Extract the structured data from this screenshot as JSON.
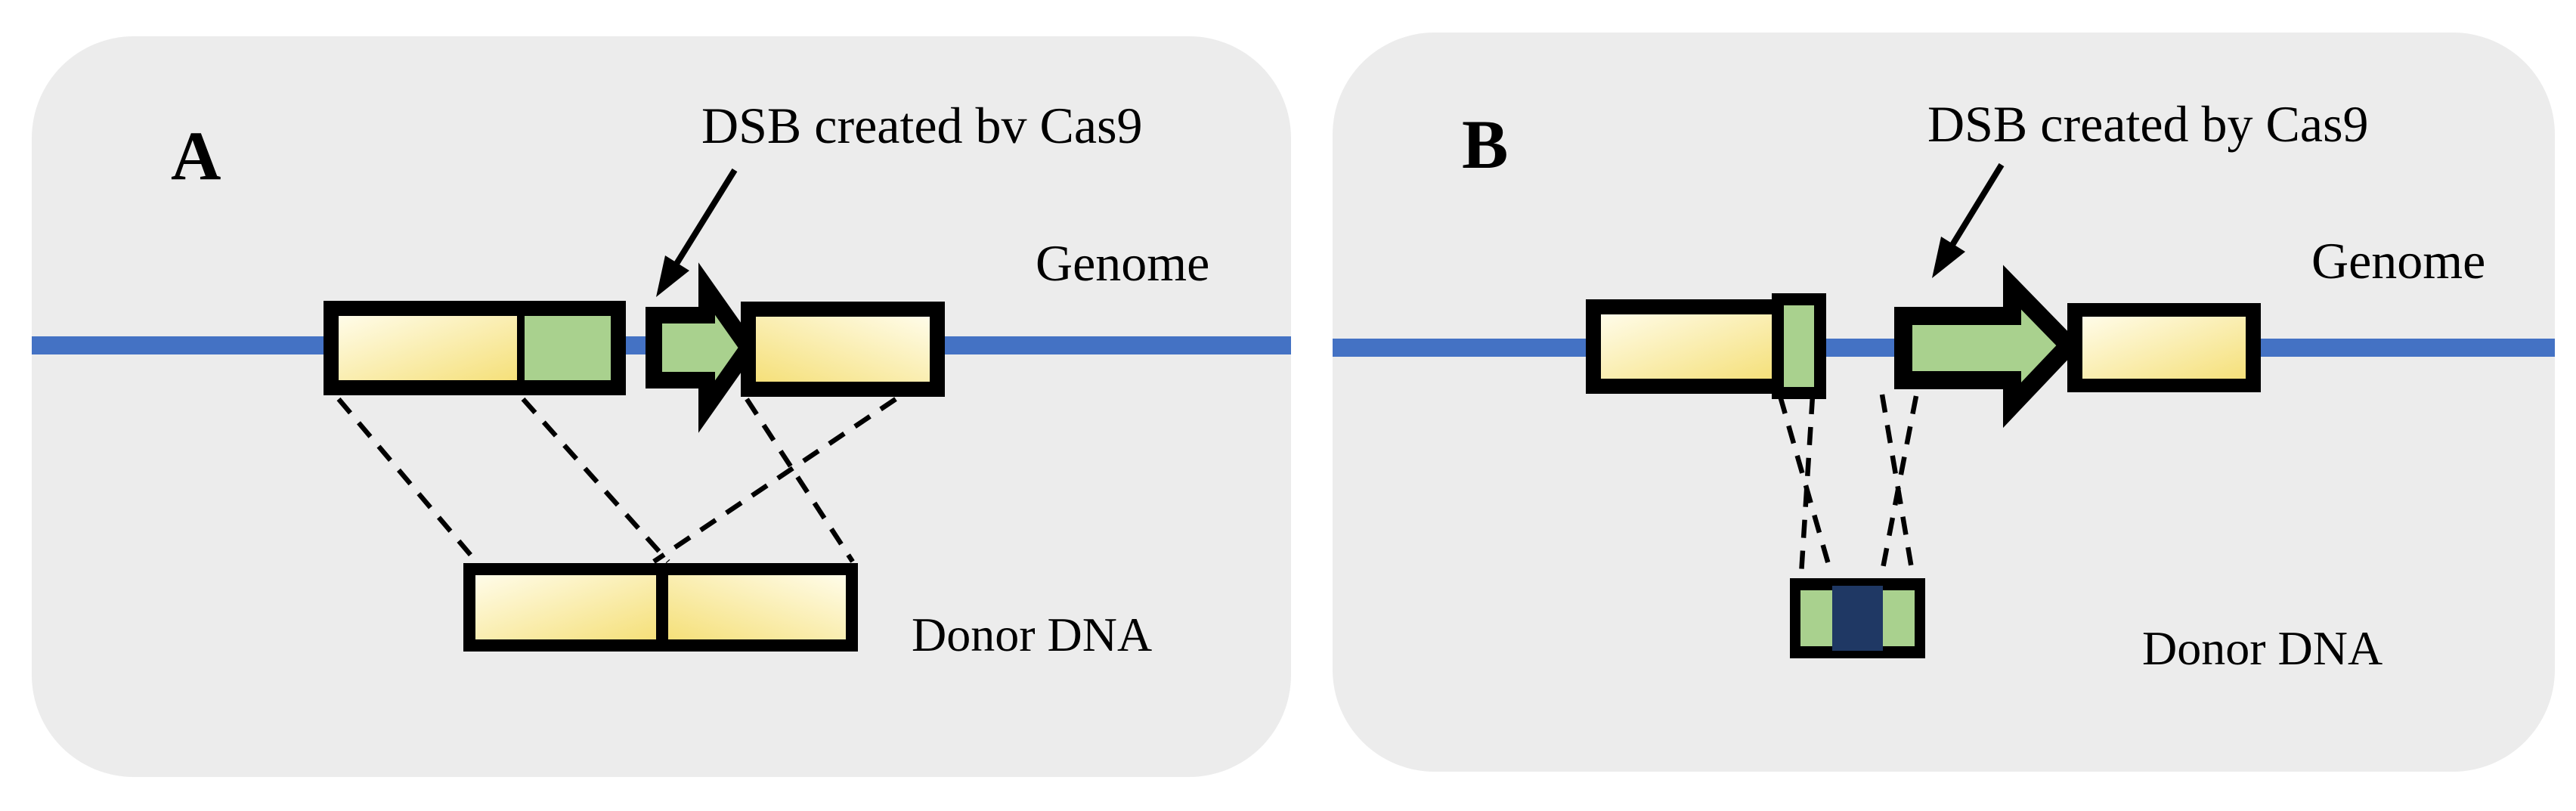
{
  "figure": {
    "panels": [
      {
        "label": "A",
        "dsb_annotation": "DSB created bv Cas9",
        "genome_label": "Genome",
        "donor_label": "Donor DNA"
      },
      {
        "label": "B",
        "dsb_annotation": "DSB created by Cas9",
        "genome_label": "Genome",
        "donor_label": "Donor DNA"
      }
    ]
  },
  "colors": {
    "page_bg": "#ffffff",
    "panel_bg": "#ececec",
    "genome_line_blue": "#4472c4",
    "homology_green": "#a9d18e",
    "cargo_navy": "#1f3864",
    "yellow_light": "#fffce9",
    "yellow_deep": "#f5e07a",
    "outline_black": "#000000",
    "text_black": "#000000"
  }
}
